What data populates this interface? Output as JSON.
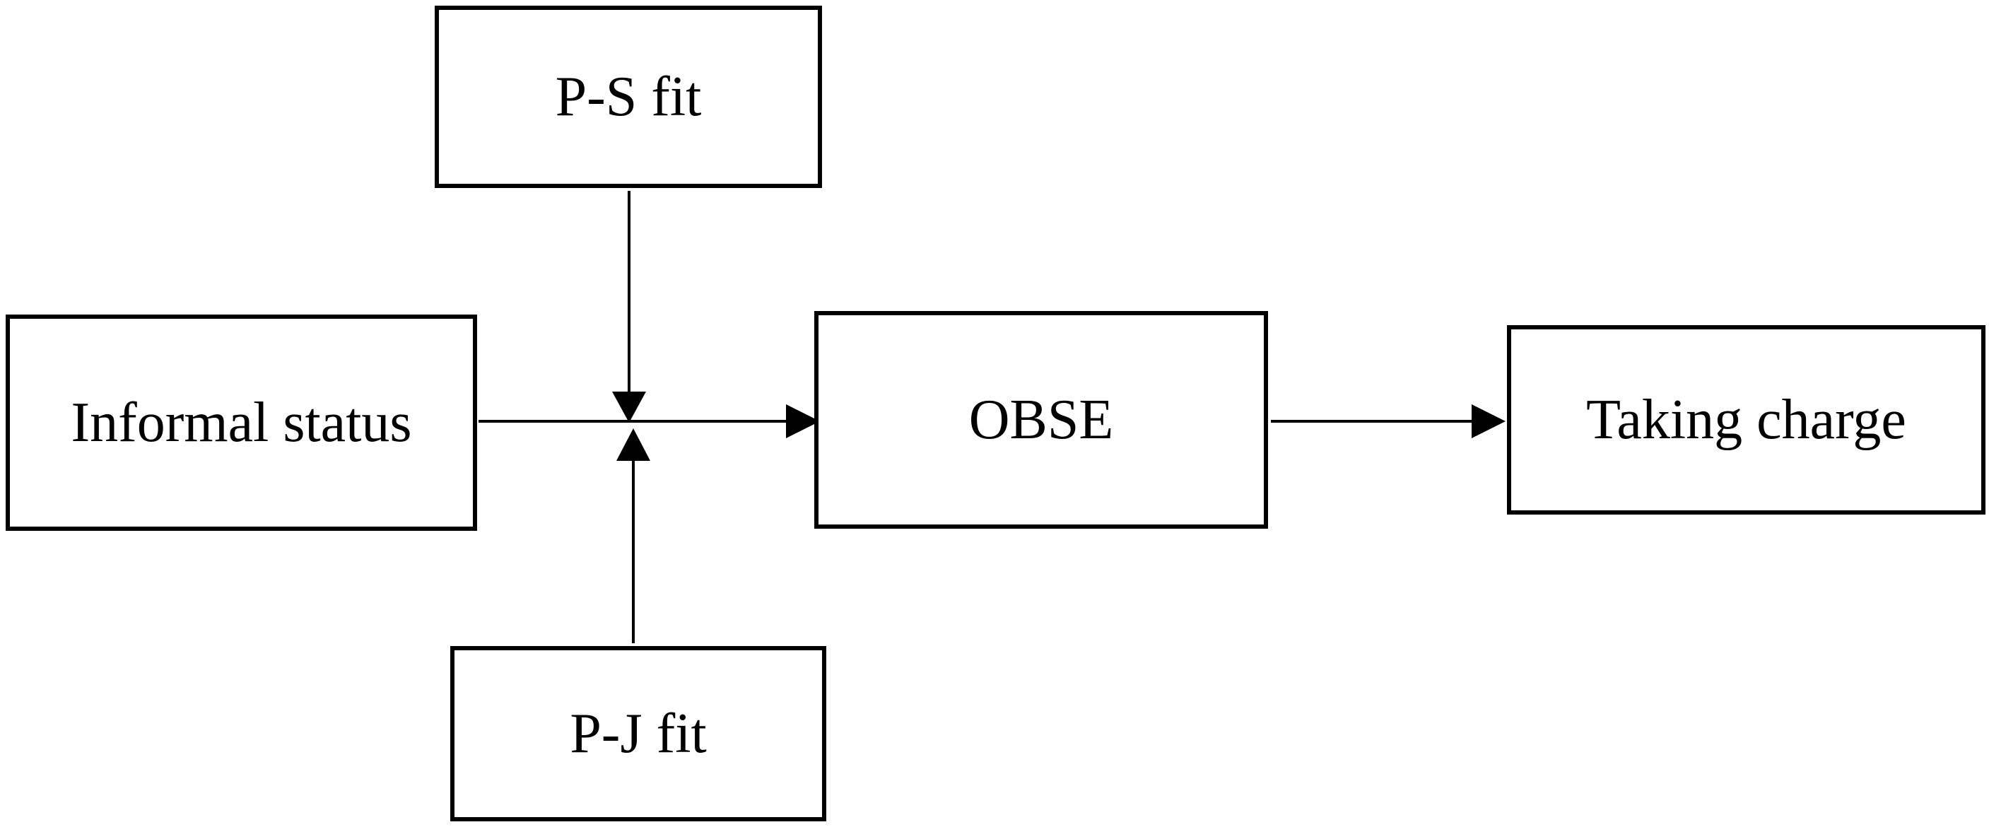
{
  "diagram": {
    "nodes": {
      "ps_fit": "P-S fit",
      "pj_fit": "P-J fit",
      "informal_status": "Informal status",
      "obse": "OBSE",
      "taking_charge": "Taking charge"
    },
    "edges": [
      {
        "from": "informal_status",
        "to": "obse"
      },
      {
        "from": "obse",
        "to": "taking_charge"
      },
      {
        "from": "ps_fit",
        "to": "informal_status->obse"
      },
      {
        "from": "pj_fit",
        "to": "informal_status->obse"
      }
    ],
    "colors": {
      "stroke": "#000000",
      "background": "#ffffff"
    }
  }
}
